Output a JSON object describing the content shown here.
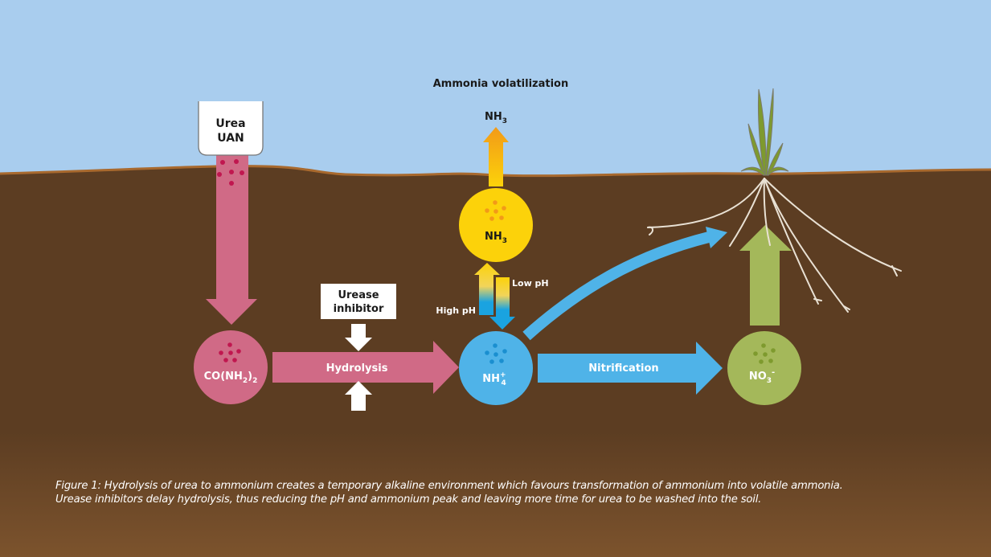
{
  "colors": {
    "sky": "#a9cdee",
    "soil": "#5c3d22",
    "soil_bottom": "#7a512c",
    "urea_pink": "#d06a86",
    "urea_dots": "#c0174f",
    "ammonia_yellow": "#fcd20a",
    "ammonia_orange": "#f2a417",
    "ammonium_blue": "#4fb3e8",
    "nitrate_green": "#a4b85a",
    "root_color": "#e9e1d4",
    "plant_green": "#7e9a2e"
  },
  "labels": {
    "fertilizer_box": [
      "Urea",
      "UAN"
    ],
    "urea_node": {
      "base": "CO(NH",
      "sub1": "2",
      "close": ")",
      "sub2": "2"
    },
    "hydrolysis": "Hydrolysis",
    "urease_inhibitor": [
      "Urease",
      "inhibitor"
    ],
    "ammonia_volatilization": "Ammonia volatilization",
    "nh3_air": {
      "base": "NH",
      "sub": "3"
    },
    "nh3_node": {
      "base": "NH",
      "sub": "3"
    },
    "nh4_node": {
      "base": "NH",
      "sub": "4",
      "sup": "+"
    },
    "high_ph": "High pH",
    "low_ph": "Low pH",
    "nitrification": "Nitrification",
    "no3_node": {
      "base": "NO",
      "sub": "3",
      "sup": "-"
    }
  },
  "caption": [
    "Figure 1: Hydrolysis of urea to ammonium creates a temporary alkaline environment which favours transformation of ammonium into volatile ammonia.",
    "Urease inhibitors delay hydrolysis, thus reducing the pH and ammonium peak and leaving more time for urea to be washed into the soil."
  ]
}
